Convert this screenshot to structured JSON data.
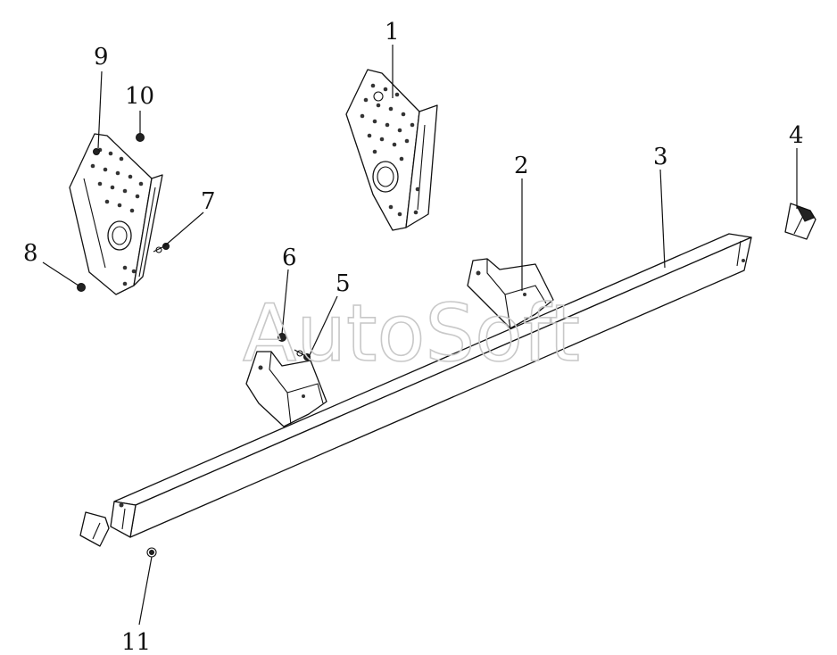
{
  "watermark": "AutoSoft",
  "callouts": [
    {
      "id": "1",
      "text": "1"
    },
    {
      "id": "2",
      "text": "2"
    },
    {
      "id": "3",
      "text": "3"
    },
    {
      "id": "4",
      "text": "4"
    },
    {
      "id": "5",
      "text": "5"
    },
    {
      "id": "6",
      "text": "6"
    },
    {
      "id": "7",
      "text": "7"
    },
    {
      "id": "8",
      "text": "8"
    },
    {
      "id": "9",
      "text": "9"
    },
    {
      "id": "10",
      "text": "10"
    },
    {
      "id": "11",
      "text": "11"
    }
  ]
}
